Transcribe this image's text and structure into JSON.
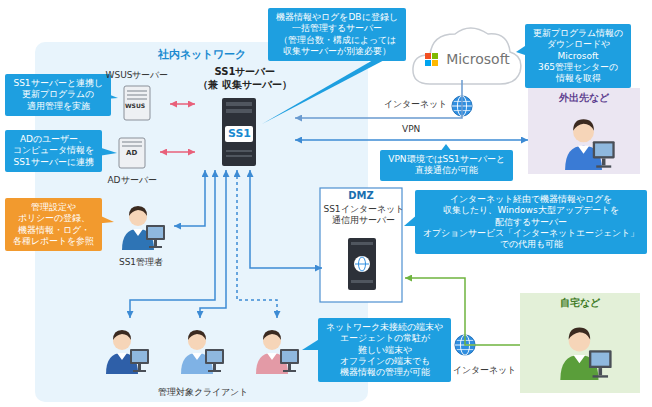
{
  "diagram": {
    "nodes": [
      {
        "text": [
          "社内ネットワーク"
        ]
      },
      {
        "text": [
          "WSUSサーバー"
        ],
        "in": 0
      },
      {
        "text": [
          "SS1サーバー",
          "（兼 収集サーバー）"
        ],
        "in": 0
      },
      {
        "text": [
          "ADサーバー"
        ],
        "in": 0
      },
      {
        "text": [
          "SS1管理者"
        ],
        "in": 0
      },
      {
        "text": [
          "管理対象クライアント"
        ],
        "in": 0
      },
      {
        "text": [
          "DMZ"
        ]
      },
      {
        "text": [
          "SS1インターネット 通信用サーバー"
        ],
        "in": 6
      },
      {
        "text": [
          "Microsoft"
        ]
      },
      {
        "text": [
          "外出先など"
        ]
      },
      {
        "text": [
          "自宅など"
        ]
      },
      {
        "text": [
          "SS1サーバーと連携し 更新プログラムの 適用管理を実施"
        ]
      },
      {
        "text": [
          "ADのユーザー、 コンピュータ情報を SS1サーバーに連携"
        ]
      },
      {
        "text": [
          "管理設定や ポリシーの登録、 機器情報・ログ・ 各種レポートを参照"
        ]
      },
      {
        "text": [
          "機器情報やログをDBに登録し 一括管理するサーバー （管理台数・構成によっては 収集サーバーが別途必要）"
        ]
      },
      {
        "text": [
          "更新プログラム情報の ダウンロードや Microsoft 365管理センターの 情報を取得"
        ]
      },
      {
        "text": [
          "VPN環境ではSS1サーバーと 直接通信が可能"
        ]
      },
      {
        "text": [
          "インターネット経由で機器情報やログを 収集したり、Windows大型アップデートを 配信するサーバー オプションサービス「インターネットエージェント」 での代用も可能"
        ]
      },
      {
        "text": [
          "ネットワーク未接続の端末や エージェントの常駐が 難しい端末や オフラインの端末でも 機器情報の管理が可能"
        ]
      }
    ],
    "edges": [
      {
        "from": 1,
        "to": 2,
        "arrow": "both"
      },
      {
        "from": 3,
        "to": 2,
        "arrow": "both"
      },
      {
        "from": 4,
        "to": 2,
        "arrow": "both"
      },
      {
        "from": 2,
        "to": 5,
        "arrow": "both"
      },
      {
        "from": 2,
        "to": 5,
        "arrow": "both"
      },
      {
        "from": 2,
        "to": 5,
        "arrow": "both"
      },
      {
        "from": 2,
        "to": 7,
        "arrow": "both"
      },
      {
        "from": 8,
        "to": 2,
        "arrow": "to"
      },
      {
        "from": 2,
        "to": 9,
        "label": "VPN",
        "arrow": "both"
      },
      {
        "from": 10,
        "to": 7,
        "arrow": "to"
      }
    ],
    "labels": [
      "WSUS",
      "AD",
      "SS1",
      "インターネット",
      "インターネット"
    ]
  }
}
